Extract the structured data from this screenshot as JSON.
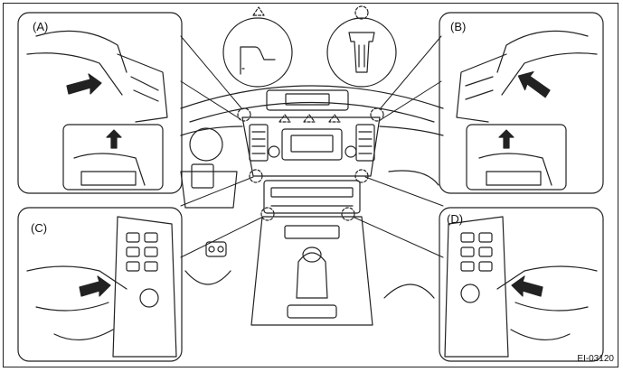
{
  "labels": {
    "a": "(A)",
    "b": "(B)",
    "c": "(C)",
    "d": "(D)"
  },
  "figure_code": "EI-03120",
  "icons": [
    "clip-triangle-icon",
    "clip-circle-icon"
  ],
  "colors": {
    "line": "#222222",
    "background": "#ffffff"
  }
}
